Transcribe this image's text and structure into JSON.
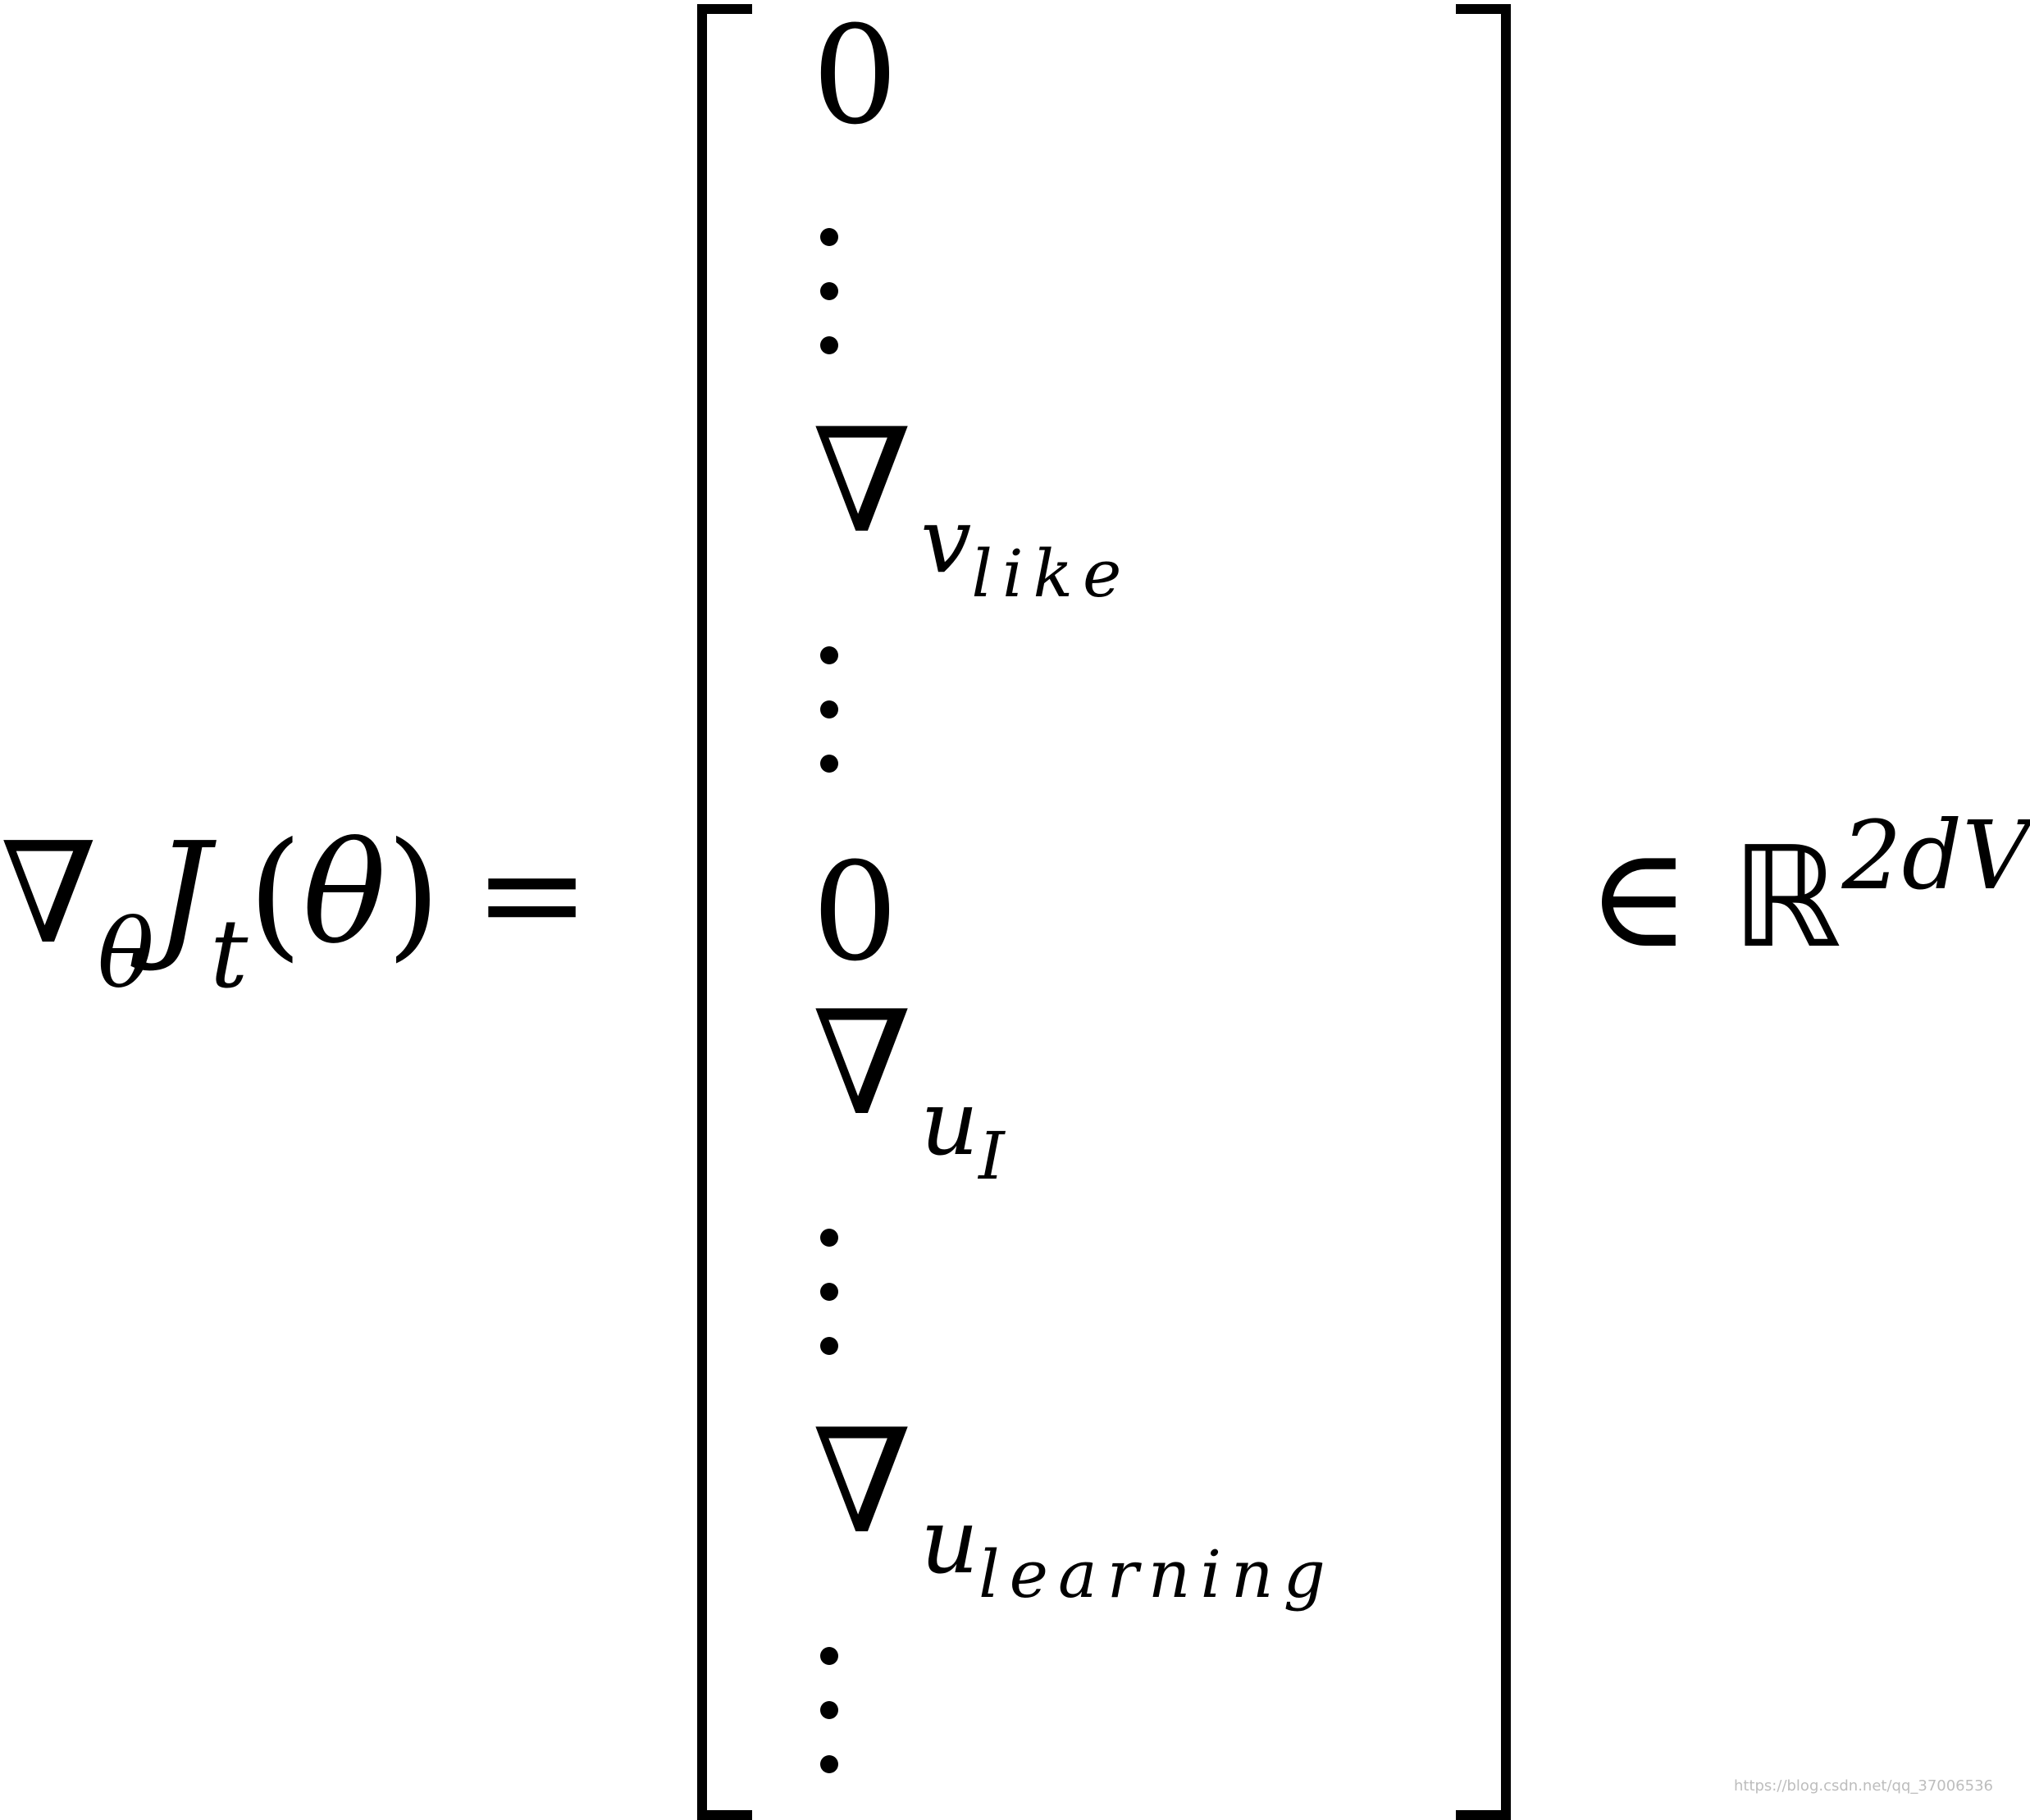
{
  "equation": {
    "lhs": {
      "nabla": "∇",
      "sub_theta": "θ",
      "J": "J",
      "sub_t": "t",
      "open_paren": "(",
      "theta": "θ",
      "close_paren": ")",
      "equals": "="
    },
    "vector": {
      "zero_1": "0",
      "nabla_2": "∇",
      "v_var": "v",
      "v_sub": "like",
      "zero_2": "0",
      "nabla_3": "∇",
      "u_var": "u",
      "u_sub": "I",
      "nabla_4": "∇",
      "u2_var": "u",
      "u2_sub": "learning"
    },
    "rhs": {
      "element_of": "∈",
      "reals": "ℝ",
      "exponent": "2dV"
    }
  },
  "watermark": "https://blog.csdn.net/qq_37006536"
}
